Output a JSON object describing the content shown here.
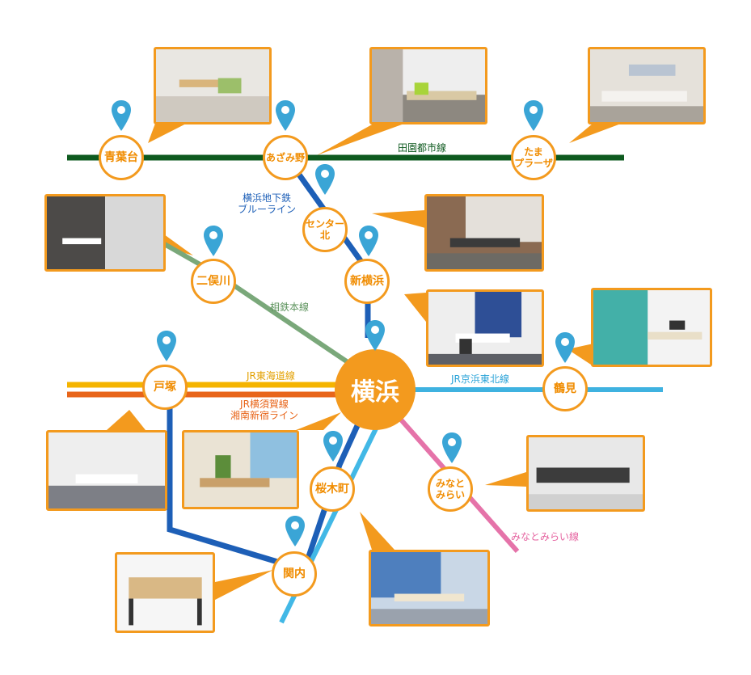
{
  "colors": {
    "accent_orange": "#f39a1e",
    "pin_blue": "#3aa5d6",
    "line_denentoshi": "#0e5a1f",
    "line_blue": "#1d5fb7",
    "line_sotetsu": "#7aa87a",
    "line_tokaido": "#f5b400",
    "line_yokosuka": "#e8651a",
    "line_keihin_tohoku": "#3fb2e0",
    "line_minatomirai": "#e573a9",
    "line_negishi": "#42b8e6"
  },
  "hub": {
    "label": "横浜"
  },
  "stations": {
    "aobadai": "青葉台",
    "azamino": "あざみ野",
    "tama_plaza": "たま\nプラーザ",
    "center_kita": "センター\n北",
    "futamatagawa": "二俣川",
    "shin_yokohama": "新横浜",
    "tsurumi": "鶴見",
    "totsuka": "戸塚",
    "sakuragicho": "桜木町",
    "minatomirai": "みなと\nみらい",
    "kannai": "関内"
  },
  "lines": {
    "denentoshi": "田園都市線",
    "blue_line_1": "横浜地下鉄",
    "blue_line_2": "ブルーライン",
    "sotetsu": "相鉄本線",
    "tokaido": "JR東海道線",
    "yokosuka_1": "JR横須賀線",
    "yokosuka_2": "湘南新宿ライン",
    "keihin_tohoku": "JR京浜東北線",
    "minatomirai": "みなとみらい線"
  },
  "pin_icon": "map-pin-icon",
  "photo_icon": "meeting-room-photo"
}
